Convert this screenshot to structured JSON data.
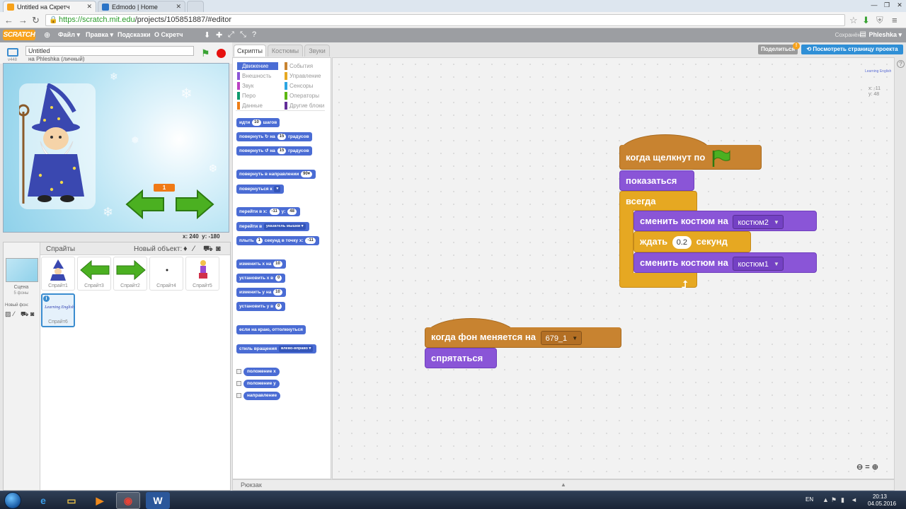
{
  "browser": {
    "tabs": [
      {
        "title": "Untitled на Скретч",
        "icon_color": "#f7a21b",
        "active": true
      },
      {
        "title": "Edmodo | Home",
        "icon_color": "#2b74c7",
        "active": false
      }
    ],
    "url": "https://scratch.mit.edu/projects/105851887/#editor",
    "url_host": "https://scratch.mit.edu",
    "url_path": "/projects/105851887/#editor"
  },
  "menubar": {
    "logo": "SCRATCH",
    "items": [
      "Файл ▾",
      "Правка ▾",
      "Подсказки",
      "О Скретч"
    ],
    "save_status": "Сохранён",
    "user": "Phleshka ▾"
  },
  "project": {
    "title": "Untitled",
    "owner": "на Phleshka (личный)",
    "version": "v448"
  },
  "stage": {
    "counter_value": "1",
    "coords_x_label": "x:",
    "coords_x": "240",
    "coords_y_label": "y:",
    "coords_y": "-180"
  },
  "sprites_pane": {
    "title": "Спрайты",
    "new_object": "Новый объект:",
    "stage_name": "Сцена",
    "stage_count": "5 фоны",
    "new_backdrop": "Новый фон:",
    "sprites": [
      {
        "name": "Спрайт1",
        "kind": "wizard"
      },
      {
        "name": "Спрайт3",
        "kind": "arrow-left"
      },
      {
        "name": "Спрайт2",
        "kind": "arrow-right"
      },
      {
        "name": "Спрайт4",
        "kind": "dot"
      },
      {
        "name": "Спрайт5",
        "kind": "girl"
      },
      {
        "name": "Спрайт6",
        "kind": "text",
        "selected": true,
        "thumb_text": "Learning English"
      }
    ]
  },
  "palette": {
    "tabs": [
      "Скрипты",
      "Костюмы",
      "Звуки"
    ],
    "categories": [
      {
        "label": "Движение",
        "color": "#4a6cd4",
        "selected": true
      },
      {
        "label": "События",
        "color": "#c88330"
      },
      {
        "label": "Внешность",
        "color": "#8a55d7"
      },
      {
        "label": "Управление",
        "color": "#e6a822"
      },
      {
        "label": "Звук",
        "color": "#bb42c3"
      },
      {
        "label": "Сенсоры",
        "color": "#2ca5e2"
      },
      {
        "label": "Перо",
        "color": "#0e9a6c"
      },
      {
        "label": "Операторы",
        "color": "#5cb712"
      },
      {
        "label": "Данные",
        "color": "#ee7d16"
      },
      {
        "label": "Другие блоки",
        "color": "#632d99"
      }
    ],
    "blocks": {
      "move": {
        "a": "идти",
        "n": "10",
        "b": "шагов"
      },
      "turn_right": {
        "a": "повернуть ↻ на",
        "n": "15",
        "b": "градусов"
      },
      "turn_left": {
        "a": "повернуть ↺ на",
        "n": "15",
        "b": "градусов"
      },
      "point_dir": {
        "a": "повернуть в направлении",
        "n": "90▾"
      },
      "point_to": {
        "a": "повернуться к",
        "d": "▾"
      },
      "go_xy": {
        "a": "перейти в x:",
        "n": "-11",
        "b": "y:",
        "n2": "48"
      },
      "go_to": {
        "a": "перейти в",
        "d": "указатель мышки ▾"
      },
      "glide": {
        "a": "плыть",
        "n": "1",
        "b": "секунд в точку x:",
        "n2": "-11"
      },
      "change_x": {
        "a": "изменить х на",
        "n": "10"
      },
      "set_x": {
        "a": "установить х в",
        "n": "0"
      },
      "change_y": {
        "a": "изменить у на",
        "n": "10"
      },
      "set_y": {
        "a": "установить у в",
        "n": "0"
      },
      "bounce": {
        "a": "если на краю, оттолкнуться"
      },
      "rotation": {
        "a": "стиль вращения",
        "d": "влево-вправо ▾"
      }
    },
    "reporters": [
      "положение х",
      "положение у",
      "направление"
    ]
  },
  "header_buttons": {
    "share": "Поделиться",
    "share_badge": "!",
    "view_project": "Посмотреть страницу проекта"
  },
  "scripts": {
    "sprite_label": "Learning English",
    "coords_x": "x: -11",
    "coords_y": "y: 48",
    "script1": {
      "hat": "когда щелкнут по",
      "show": "показаться",
      "forever": "всегда",
      "costume_a_text": "сменить костюм на",
      "costume_a_value": "костюм2",
      "wait_a": "ждать",
      "wait_value": "0.2",
      "wait_b": "секунд",
      "costume_b_text": "сменить костюм на",
      "costume_b_value": "костюм1"
    },
    "script2": {
      "hat": "когда фон меняется на",
      "hat_value": "679_1",
      "hide": "спрятаться"
    }
  },
  "zoom": {
    "out": "🔍−",
    "reset": "=",
    "in": "🔍+"
  },
  "backpack": {
    "label": "Рюкзак",
    "arrow": "▲"
  },
  "taskbar": {
    "lang": "EN",
    "time": "20:13",
    "date": "04.05.2016"
  },
  "colors": {
    "motion": "#4a6cd4",
    "looks": "#8a55d7",
    "events": "#c88330",
    "control": "#e6a822",
    "share": "#9a9a9a",
    "view": "#2f8fd6"
  }
}
